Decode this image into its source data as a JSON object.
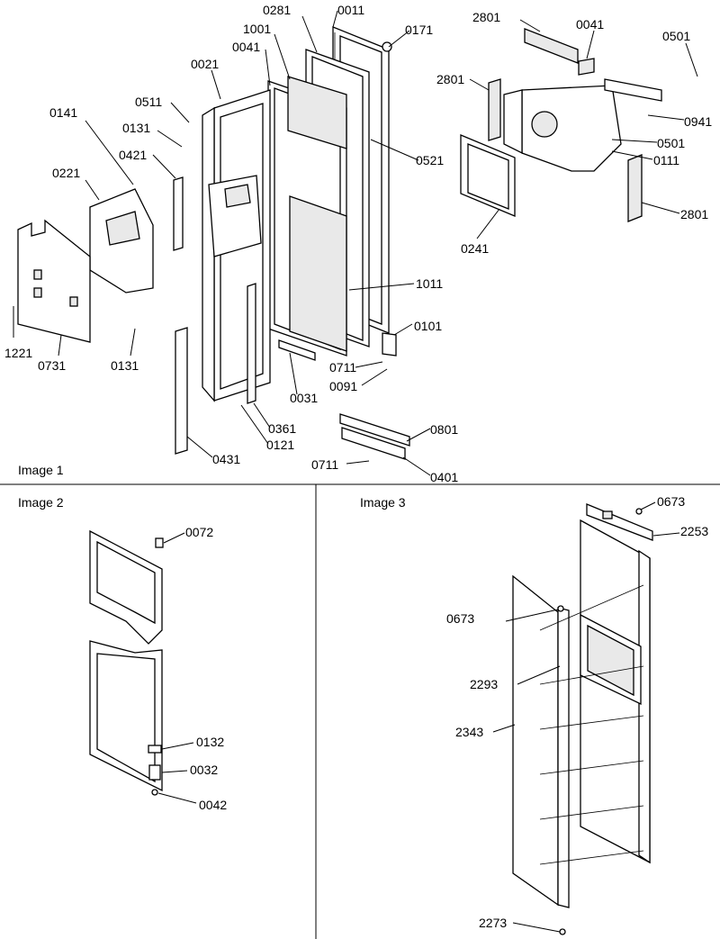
{
  "panels": [
    {
      "caption": "Image 1",
      "labels": [
        "0281",
        "0011",
        "0171",
        "1001",
        "0041",
        "0021",
        "0511",
        "0141",
        "0131",
        "0421",
        "0221",
        "1221",
        "0731",
        "0131",
        "0521",
        "1011",
        "0101",
        "0711",
        "0091",
        "0031",
        "0361",
        "0121",
        "0431",
        "0801",
        "0711",
        "0401",
        "2801",
        "0041",
        "0501",
        "2801",
        "0941",
        "0501",
        "0111",
        "2801",
        "0241"
      ]
    },
    {
      "caption": "Image 2",
      "labels": [
        "0072",
        "0132",
        "0032",
        "0042"
      ]
    },
    {
      "caption": "Image 3",
      "labels": [
        "0673",
        "2253",
        "0673",
        "2293",
        "2343",
        "2273"
      ]
    }
  ]
}
